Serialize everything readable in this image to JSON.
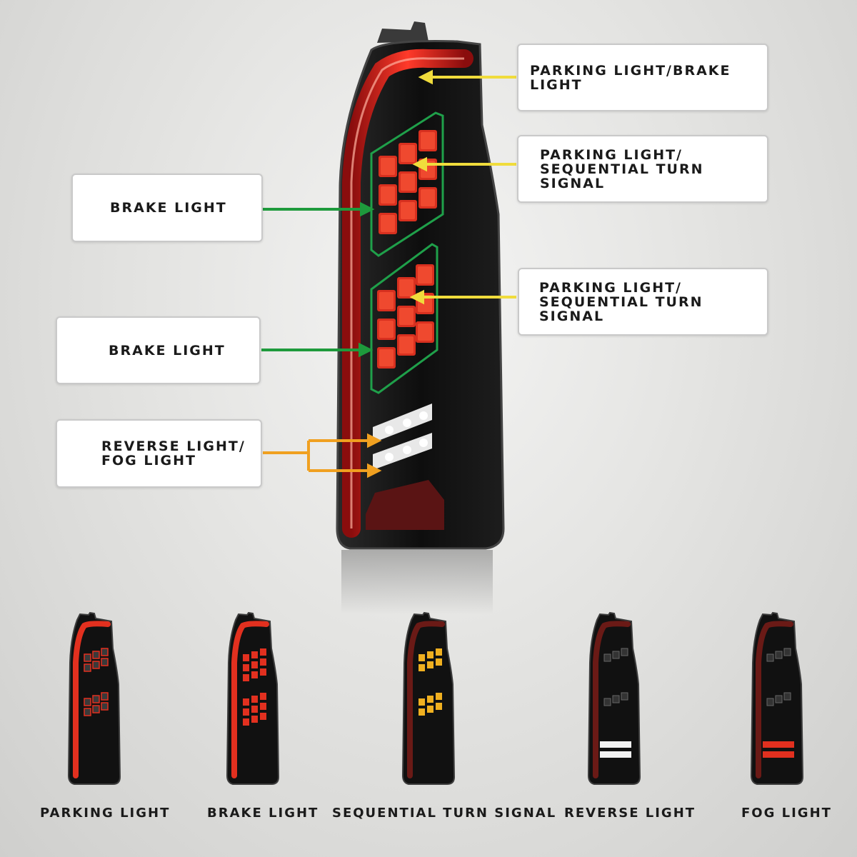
{
  "callouts": {
    "top_right": "PARKING LIGHT/BRAKE LIGHT",
    "upper_right": "PARKING LIGHT/\nSEQUENTIAL TURN SIGNAL",
    "lower_right": "PARKING LIGHT/\nSEQUENTIAL TURN SIGNAL",
    "upper_left": "BRAKE LIGHT",
    "lower_left": "BRAKE LIGHT",
    "bottom_left": "REVERSE LIGHT/\nFOG LIGHT"
  },
  "captions": {
    "parking": "PARKING LIGHT",
    "brake": "BRAKE LIGHT",
    "turn": "SEQUENTIAL TURN SIGNAL",
    "reverse": "REVERSE LIGHT",
    "fog": "FOG LIGHT"
  },
  "colors": {
    "yellow_arrow": "#f0dc3c",
    "green_arrow": "#1e9a3c",
    "orange_arrow": "#f0a020",
    "led_red": "#e8322a",
    "led_amber": "#f0b020",
    "housing": "#151515"
  },
  "icons": [
    "tail-light-illustration",
    "arrow-icon"
  ]
}
